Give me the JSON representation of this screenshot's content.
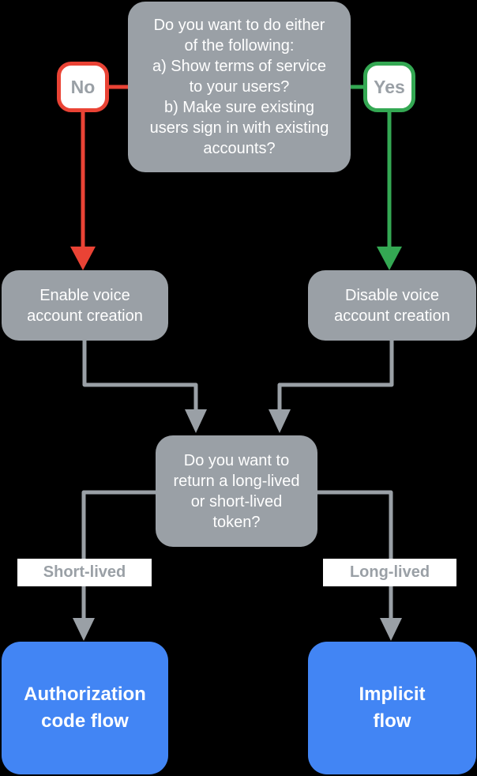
{
  "colors": {
    "background": "#000000",
    "box_gray": "#9AA0A6",
    "connector_gray": "#9AA0A6",
    "label_gray": "#9AA0A6",
    "red": "#EA4335",
    "green": "#34A853",
    "blue": "#4285F4",
    "white": "#FFFFFF"
  },
  "flowchart": {
    "top_question": "Do you want to do either\nof the following:\na) Show terms of service\nto your users?\nb) Make sure existing\nusers sign in with existing\naccounts?",
    "no_badge": "No",
    "yes_badge": "Yes",
    "enable_box": "Enable voice\naccount creation",
    "disable_box": "Disable voice\naccount creation",
    "token_question": "Do you want to\nreturn a long-lived\nor short-lived\ntoken?",
    "short_lived_label": "Short-lived",
    "long_lived_label": "Long-lived",
    "authorization_box": "Authorization\ncode flow",
    "implicit_box": "Implicit\nflow"
  }
}
